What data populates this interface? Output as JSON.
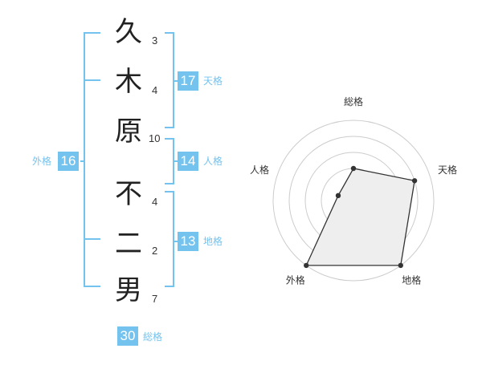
{
  "name_chars": [
    {
      "char": "久",
      "strokes": "3"
    },
    {
      "char": "木",
      "strokes": "4"
    },
    {
      "char": "原",
      "strokes": "10"
    },
    {
      "char": "不",
      "strokes": "4"
    },
    {
      "char": "二",
      "strokes": "2"
    },
    {
      "char": "男",
      "strokes": "7"
    }
  ],
  "fortunes": {
    "tenkaku": {
      "value": "17",
      "label": "天格"
    },
    "jinkaku": {
      "value": "14",
      "label": "人格"
    },
    "chikaku": {
      "value": "13",
      "label": "地格"
    },
    "gaikaku": {
      "value": "16",
      "label": "外格"
    },
    "soukaku": {
      "value": "30",
      "label": "総格"
    }
  },
  "colors": {
    "accent": "#74c3ee",
    "fill": "#eeeeee",
    "ring": "#cccccc",
    "line": "#333333"
  },
  "chart_data": {
    "type": "radar",
    "axes": [
      "総格",
      "天格",
      "地格",
      "外格",
      "人格"
    ],
    "scale_max": 5,
    "rings": 5,
    "values": [
      2,
      4,
      5,
      5,
      1
    ]
  }
}
